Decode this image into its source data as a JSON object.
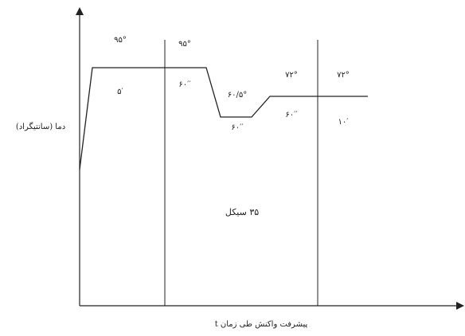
{
  "diagram": {
    "y_axis_label": "دما (سانتیگراد)",
    "x_axis_label": "پیشرفت واکنش طی زمان t",
    "cycle_label": "۳۵ سیکل",
    "stages": [
      {
        "temp": "۹۵°",
        "duration": "۵′"
      },
      {
        "temp": "۹۵°",
        "duration": "۶۰′′"
      },
      {
        "temp": "۶۰/۵°",
        "duration": "۶۰′′"
      },
      {
        "temp": "۷۲°",
        "duration": "۶۰′′"
      },
      {
        "temp": "۷۲°",
        "duration": "۱۰′"
      }
    ],
    "line_color": "#222222"
  }
}
